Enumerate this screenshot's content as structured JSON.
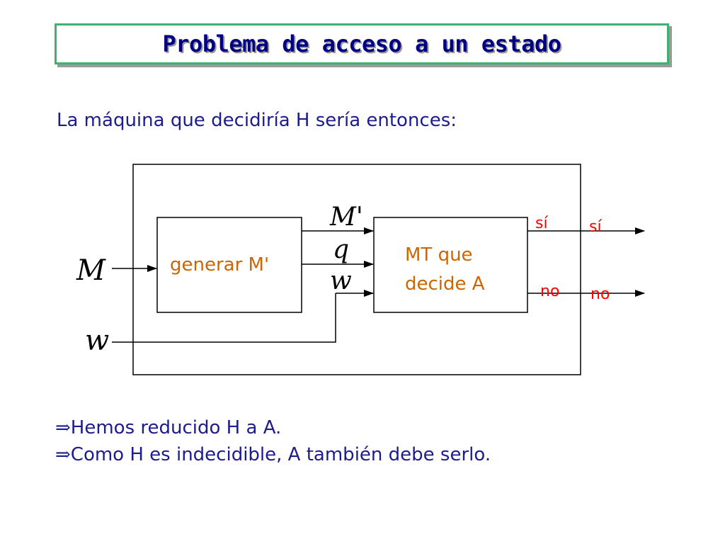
{
  "title": "Problema de acceso a un estado",
  "intro": "La máquina que decidiría H sería entonces:",
  "diagram": {
    "input_m": "M",
    "input_w": "w",
    "gen_block": "generar M'",
    "label_mprime": "M'",
    "label_q": "q",
    "label_w": "w",
    "mt_block_line1": "MT que",
    "mt_block_line2": "decide A",
    "inner_yes": "sí",
    "inner_no": "no",
    "outer_yes": "sí",
    "outer_no": "no"
  },
  "bullets": [
    {
      "glyph": "⇒",
      "text": "Hemos reducido H a A."
    },
    {
      "glyph": "⇒",
      "text": "Como H es indecidible, A también debe serlo."
    }
  ],
  "colors": {
    "title_text": "#000080",
    "title_border": "#3cb371",
    "body_text": "#1c1c8c",
    "block_text": "#cc6600",
    "answer_text": "#ff0000"
  }
}
